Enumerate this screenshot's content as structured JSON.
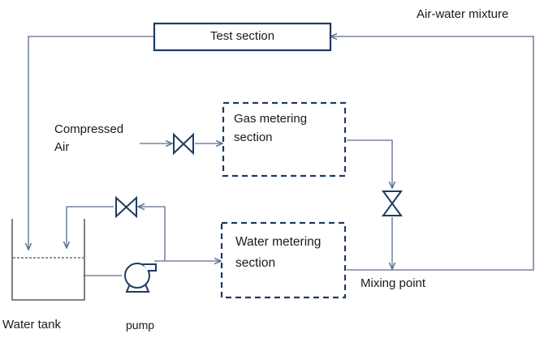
{
  "diagram": {
    "test_section": "Test section",
    "air_water_mixture": "Air-water mixture",
    "compressed_air": "Compressed\nAir",
    "gas_metering": "Gas metering\nsection",
    "water_metering": "Water metering\nsection",
    "mixing_point": "Mixing point",
    "water_tank": "Water tank",
    "pump": "pump"
  },
  "colors": {
    "line": "#5a6e8c",
    "box": "#1f3a64",
    "text": "#1a1a1a"
  }
}
